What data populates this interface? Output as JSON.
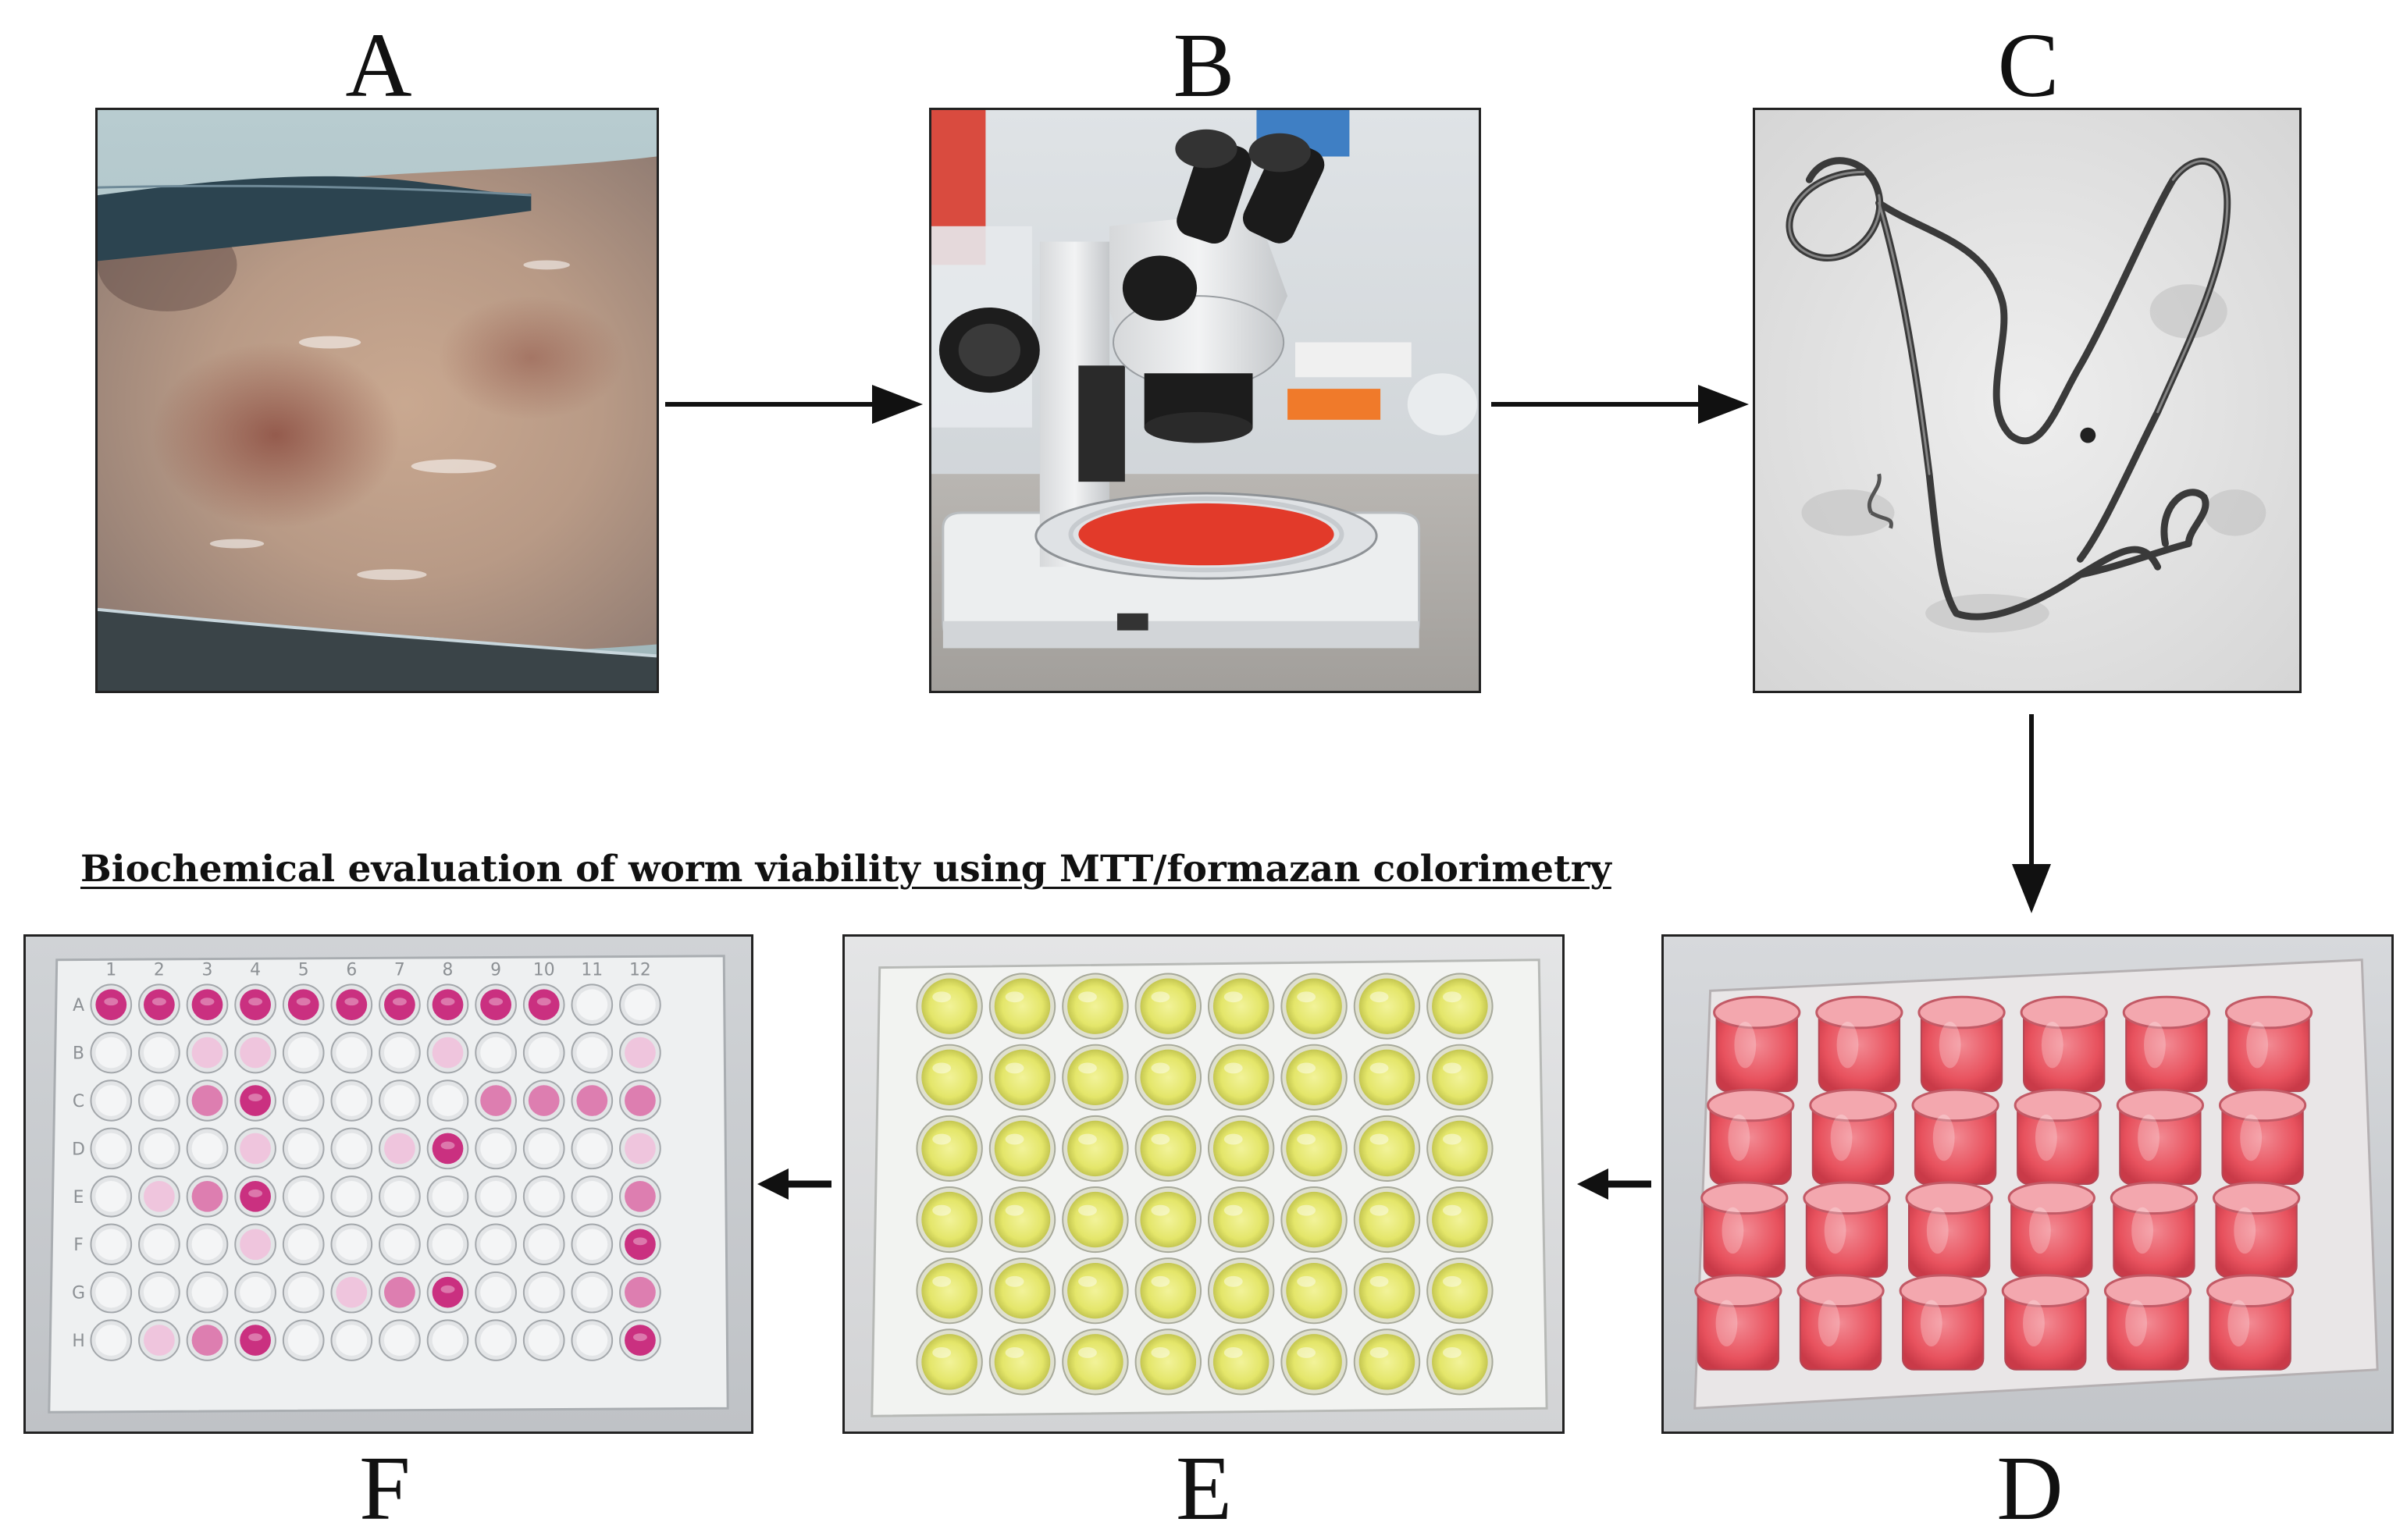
{
  "panels": {
    "a": {
      "letter": "A"
    },
    "b": {
      "letter": "B"
    },
    "c": {
      "letter": "C"
    },
    "d": {
      "letter": "D"
    },
    "e": {
      "letter": "E"
    },
    "f": {
      "letter": "F"
    }
  },
  "caption": "Biochemical evaluation of worm viability using MTT/formazan colorimetry",
  "plate_f": {
    "column_numbers": [
      "1",
      "2",
      "3",
      "4",
      "5",
      "6",
      "7",
      "8",
      "9",
      "10",
      "11",
      "12"
    ],
    "row_letters": [
      "A",
      "B",
      "C",
      "D",
      "E",
      "F",
      "G",
      "H"
    ]
  },
  "colors": {
    "panel_d_wells": "#e8525e",
    "panel_e_wells": "#e4e66a",
    "panel_f_formazan": "#c8267a",
    "petri_dish": "#e23a2a"
  }
}
